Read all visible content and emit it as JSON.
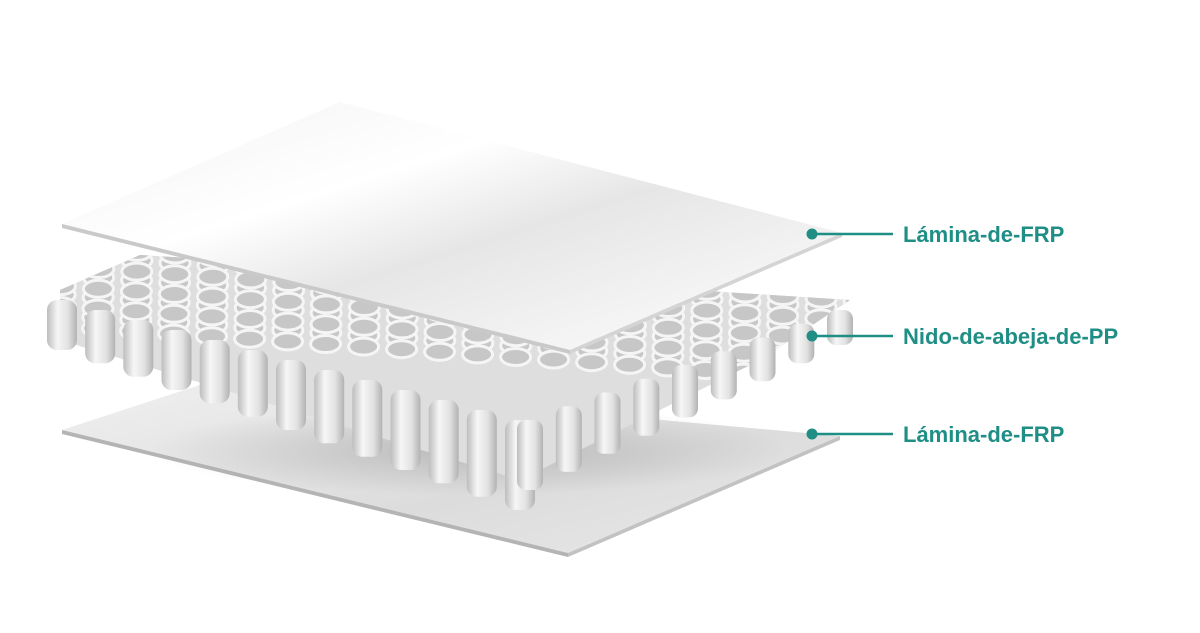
{
  "diagram": {
    "layers": [
      {
        "id": "top-sheet",
        "label": "Lámina-de-FRP"
      },
      {
        "id": "core",
        "label": "Nido-de-abeja-de-PP"
      },
      {
        "id": "bottom-sheet",
        "label": "Lámina-de-FRP"
      }
    ],
    "colors": {
      "label": "#1f8f86",
      "leader": "#1f8f86",
      "sheet_light": "#ffffff",
      "sheet_mid": "#e9e9e9",
      "sheet_edge": "#b9b9b9",
      "core_face": "#e6e6e6",
      "core_shadow": "#c9c9c9"
    }
  }
}
